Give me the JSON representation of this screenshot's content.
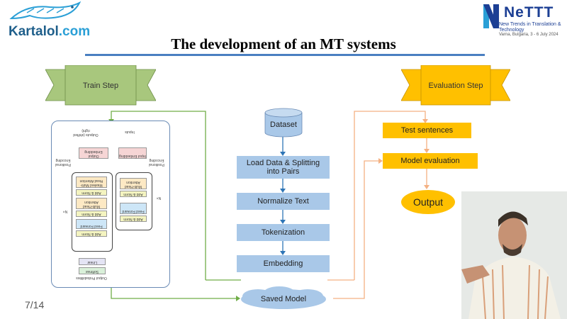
{
  "logo": {
    "text_main": "Kartalol",
    "text_suffix": ".com"
  },
  "slide": {
    "title": "The development of an MT systems",
    "page": "7/14"
  },
  "conference": {
    "name": "NeTTT",
    "subtitle": "New Trends in Translation & Technology",
    "date": "Varna, Bulgaria, 3 - 6 July 2024"
  },
  "train_banner": {
    "label": "Train Step",
    "color": "#a8c77d"
  },
  "eval_banner": {
    "label": "Evaluation Step",
    "color": "#ffc000"
  },
  "pipeline": {
    "dataset": "Dataset",
    "steps": [
      "Load Data & Splitting into Pairs",
      "Normalize Text",
      "Tokenization",
      "Embedding"
    ],
    "saved_model": "Saved Model"
  },
  "evaluation": {
    "test_sentences": "Test sentences",
    "model_evaluation": "Model evaluation",
    "output": "Output"
  },
  "architecture": {
    "outputs": "Outputs (shifted right)",
    "inputs": "Inputs",
    "output_embedding": "Output Embedding",
    "input_embedding": "Input Embedding",
    "positional_encoding_left": "Positional Encoding",
    "positional_encoding_right": "Positional Encoding",
    "nx_left": "N×",
    "nx_right": "N×",
    "decoder_blocks": [
      "Masked Multi-Head Attention",
      "Add & Norm",
      "Multi-Head Attention",
      "Add & Norm",
      "Feed Forward",
      "Add & Norm"
    ],
    "encoder_blocks": [
      "Multi-Head Attention",
      "Add & Norm",
      "Feed Forward",
      "Add & Norm"
    ],
    "linear": "Linear",
    "softmax": "Softmax",
    "output_probabilities": "Output Probabilities"
  },
  "colors": {
    "accent_blue": "#4a7fc1",
    "green_line": "#70ad47",
    "orange_line": "#f4b183",
    "box_blue": "#a9c8e8"
  }
}
